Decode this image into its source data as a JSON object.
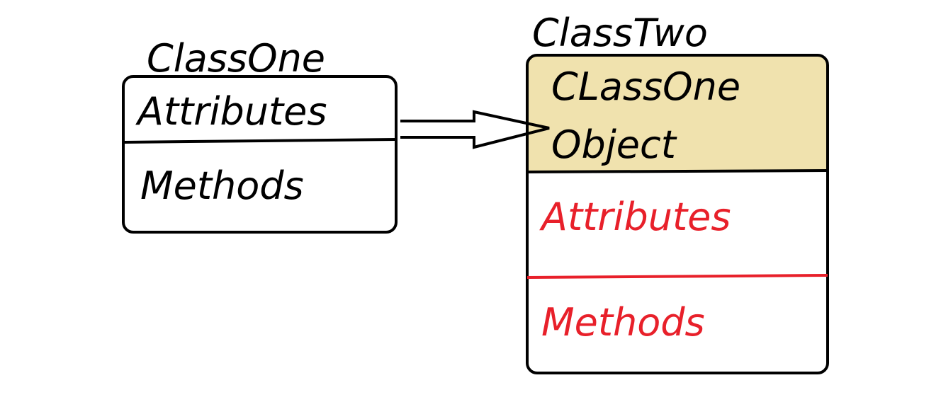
{
  "colors": {
    "stroke": "#000000",
    "highlight_fill": "#f0e2ae",
    "second_class_members": "#e8202a",
    "first_class_text": "#000000"
  },
  "class_one": {
    "name": "ClassOne",
    "attributes": "Attributes",
    "methods": "Methods"
  },
  "class_two": {
    "name": "ClassTwo",
    "embedded_object_line1": "CLassOne",
    "embedded_object_line2": "Object",
    "attributes": "Attributes",
    "methods": "Methods"
  }
}
